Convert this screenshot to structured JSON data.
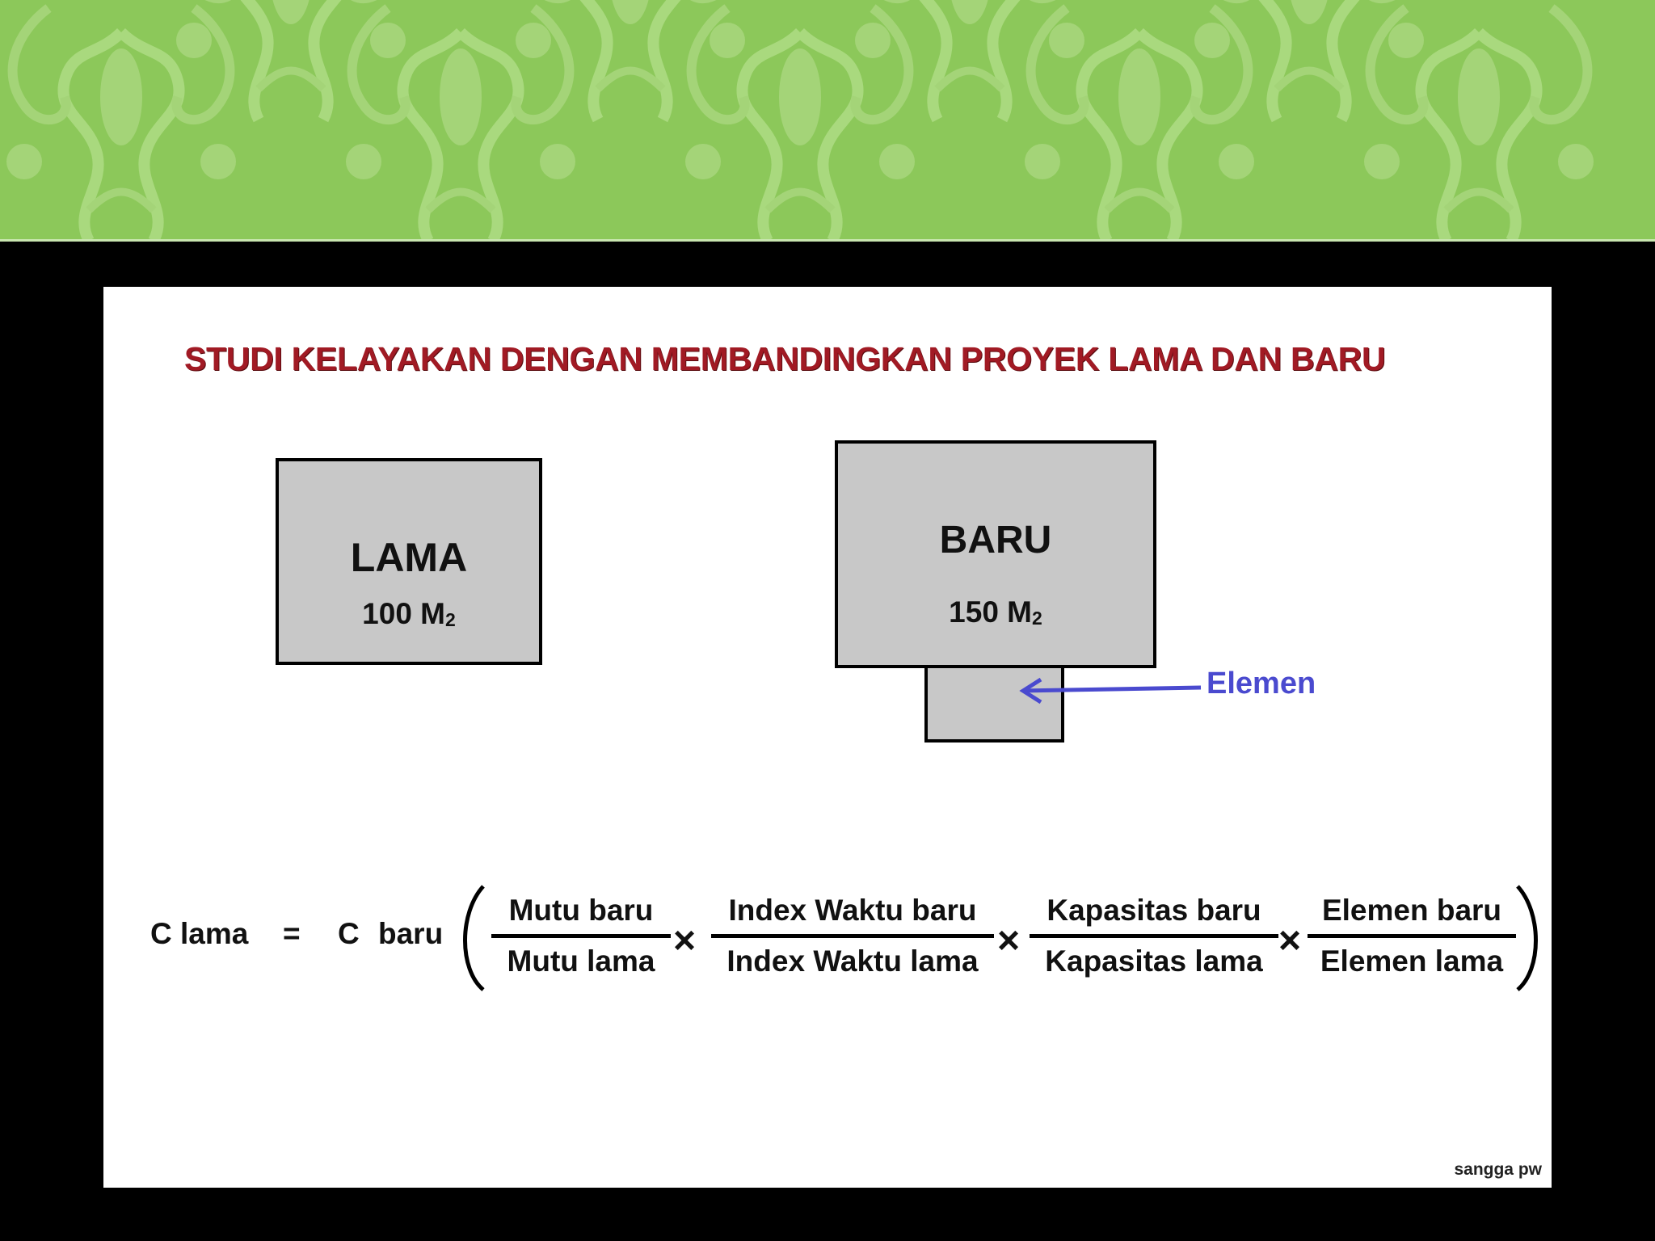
{
  "title": "STUDI KELAYAKAN DENGAN MEMBANDINGKAN PROYEK LAMA DAN BARU",
  "boxes": {
    "lama": {
      "label": "LAMA",
      "area": "100 M",
      "unit_sub": "2"
    },
    "baru": {
      "label": "BARU",
      "area": "150 M",
      "unit_sub": "2"
    }
  },
  "elemen_label": "Elemen",
  "formula": {
    "lhs": "C lama",
    "equals": "=",
    "c": "C",
    "baru": "baru",
    "times": "×",
    "fractions": [
      {
        "num": "Mutu baru",
        "den": "Mutu lama"
      },
      {
        "num": "Index Waktu baru",
        "den": "Index Waktu lama"
      },
      {
        "num": "Kapasitas baru",
        "den": "Kapasitas lama"
      },
      {
        "num": "Elemen baru",
        "den": "Elemen lama"
      }
    ]
  },
  "credit": "sangga pw",
  "colors": {
    "banner": "#8cc85a",
    "title": "#a11a24",
    "box_fill": "#c8c8c8",
    "arrow": "#4a4acf"
  }
}
